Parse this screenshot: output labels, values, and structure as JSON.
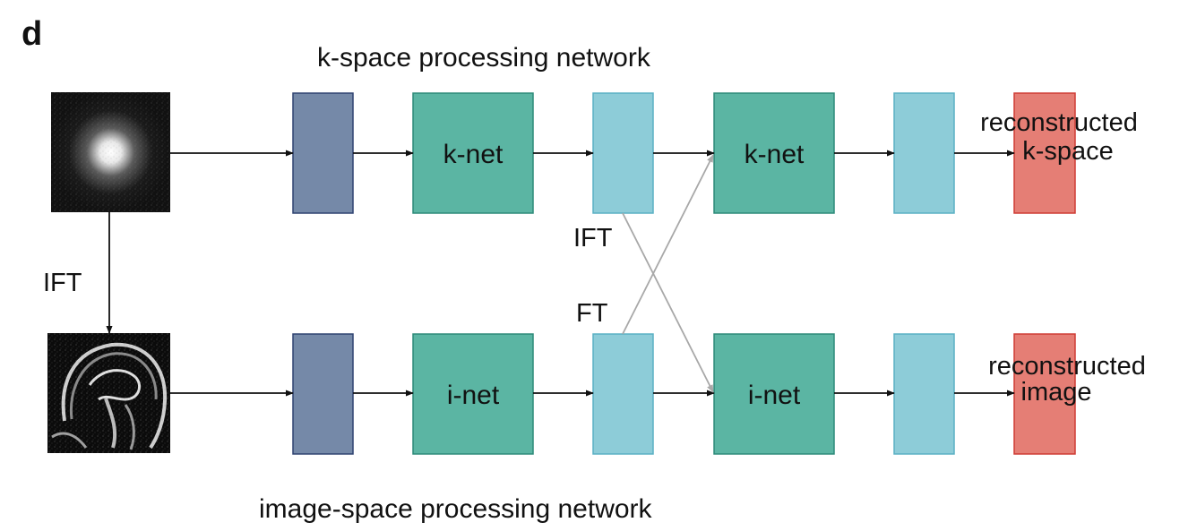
{
  "panel_label": "d",
  "kspace_title": "k-space processing network",
  "image_title": "image-space processing network",
  "nodes": {
    "knet_1": "k-net",
    "knet_2": "k-net",
    "inet_1": "i-net",
    "inet_2": "i-net"
  },
  "edge_labels": {
    "ift_left": "IFT",
    "ift_cross": "IFT",
    "ft_cross": "FT"
  },
  "outputs": {
    "kspace_line1": "reconstructed",
    "kspace_line2": "k-space",
    "image_line1": "reconstructed",
    "image_line2": "image"
  },
  "colors": {
    "input_block": "#7589a8",
    "input_block_border": "#2e4270",
    "net_block": "#5bb5a3",
    "net_block_border": "#2d8a79",
    "feature_block": "#8dccd8",
    "feature_block_border": "#5ab0c4",
    "output_block": "#e57e75",
    "output_block_border": "#cf3b35",
    "arrow": "#111111",
    "cross_arrow": "#a8a8a8"
  },
  "icons": {
    "kspace_input": "kspace-image-icon",
    "brain_input": "brain-mri-image-icon"
  }
}
